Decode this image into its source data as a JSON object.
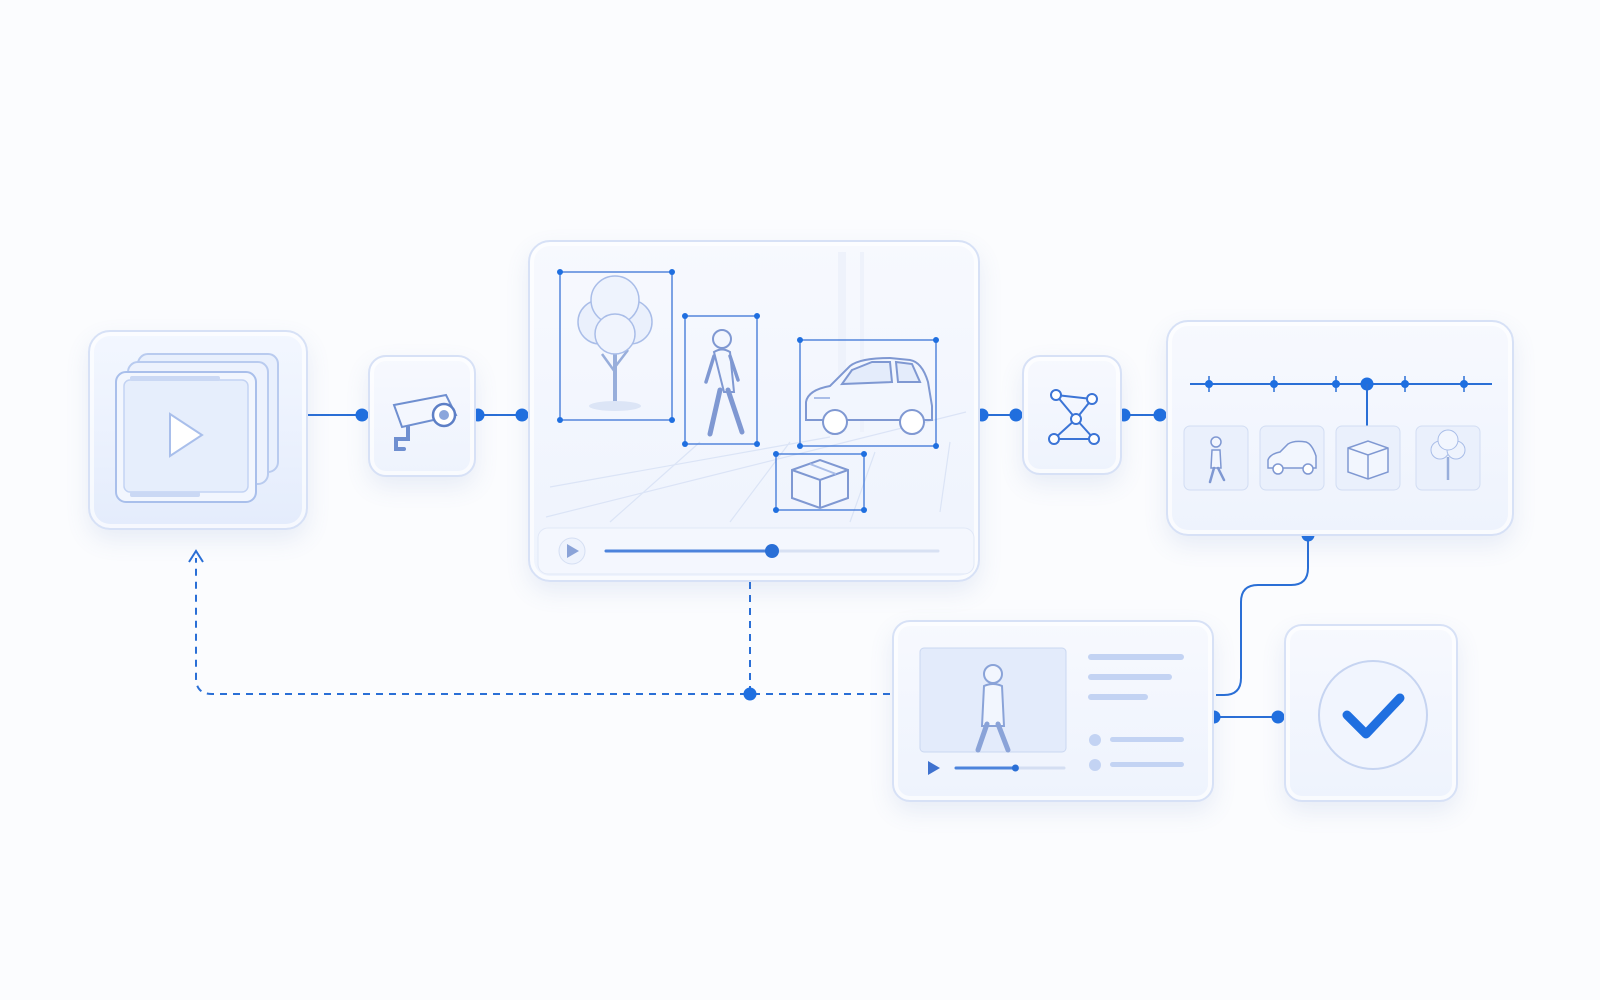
{
  "diagram": {
    "nodes": [
      {
        "id": "video-library",
        "icon": "video-stack-icon"
      },
      {
        "id": "camera-capture",
        "icon": "security-camera-icon"
      },
      {
        "id": "object-detection-player",
        "icon": "video-player-icon",
        "detections": [
          "tree",
          "person",
          "car",
          "box"
        ],
        "playback_progress": 0.5
      },
      {
        "id": "graph-analysis",
        "icon": "network-graph-icon"
      },
      {
        "id": "event-timeline",
        "icon": "timeline-icon",
        "thumbnails": [
          "person",
          "car",
          "box",
          "tree"
        ]
      },
      {
        "id": "clip-review",
        "icon": "person-clip-icon",
        "playback_progress": 0.55
      },
      {
        "id": "verification",
        "icon": "checkmark-icon"
      }
    ],
    "colors": {
      "accent": "#1f6fe0",
      "frame": "#d7e1f6",
      "panel": "#eef3fd",
      "sketch": "#8fa6d6"
    }
  }
}
